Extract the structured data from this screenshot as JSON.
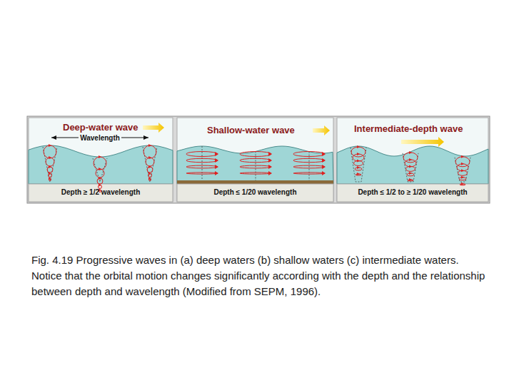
{
  "diagram": {
    "caption": "Fig. 4.19 Progressive waves in (a) deep waters (b) shallow waters (c) intermediate waters. Notice that the orbital motion changes significantly according with the depth and the relationship between depth and wavelength (Modified from SEPM, 1996).",
    "nodes": [
      {
        "text": [
          "Deep-water wave",
          "Depth ≥ 1/2 wavelength"
        ]
      },
      {
        "text": [
          "Shallow-water wave",
          "Depth ≤ 1/20 wavelength"
        ]
      },
      {
        "text": [
          "Intermediate-depth wave",
          "Depth ≤ 1/2 to ≥ 1/20 wavelength"
        ]
      }
    ],
    "labels": [
      "Wavelength"
    ]
  }
}
